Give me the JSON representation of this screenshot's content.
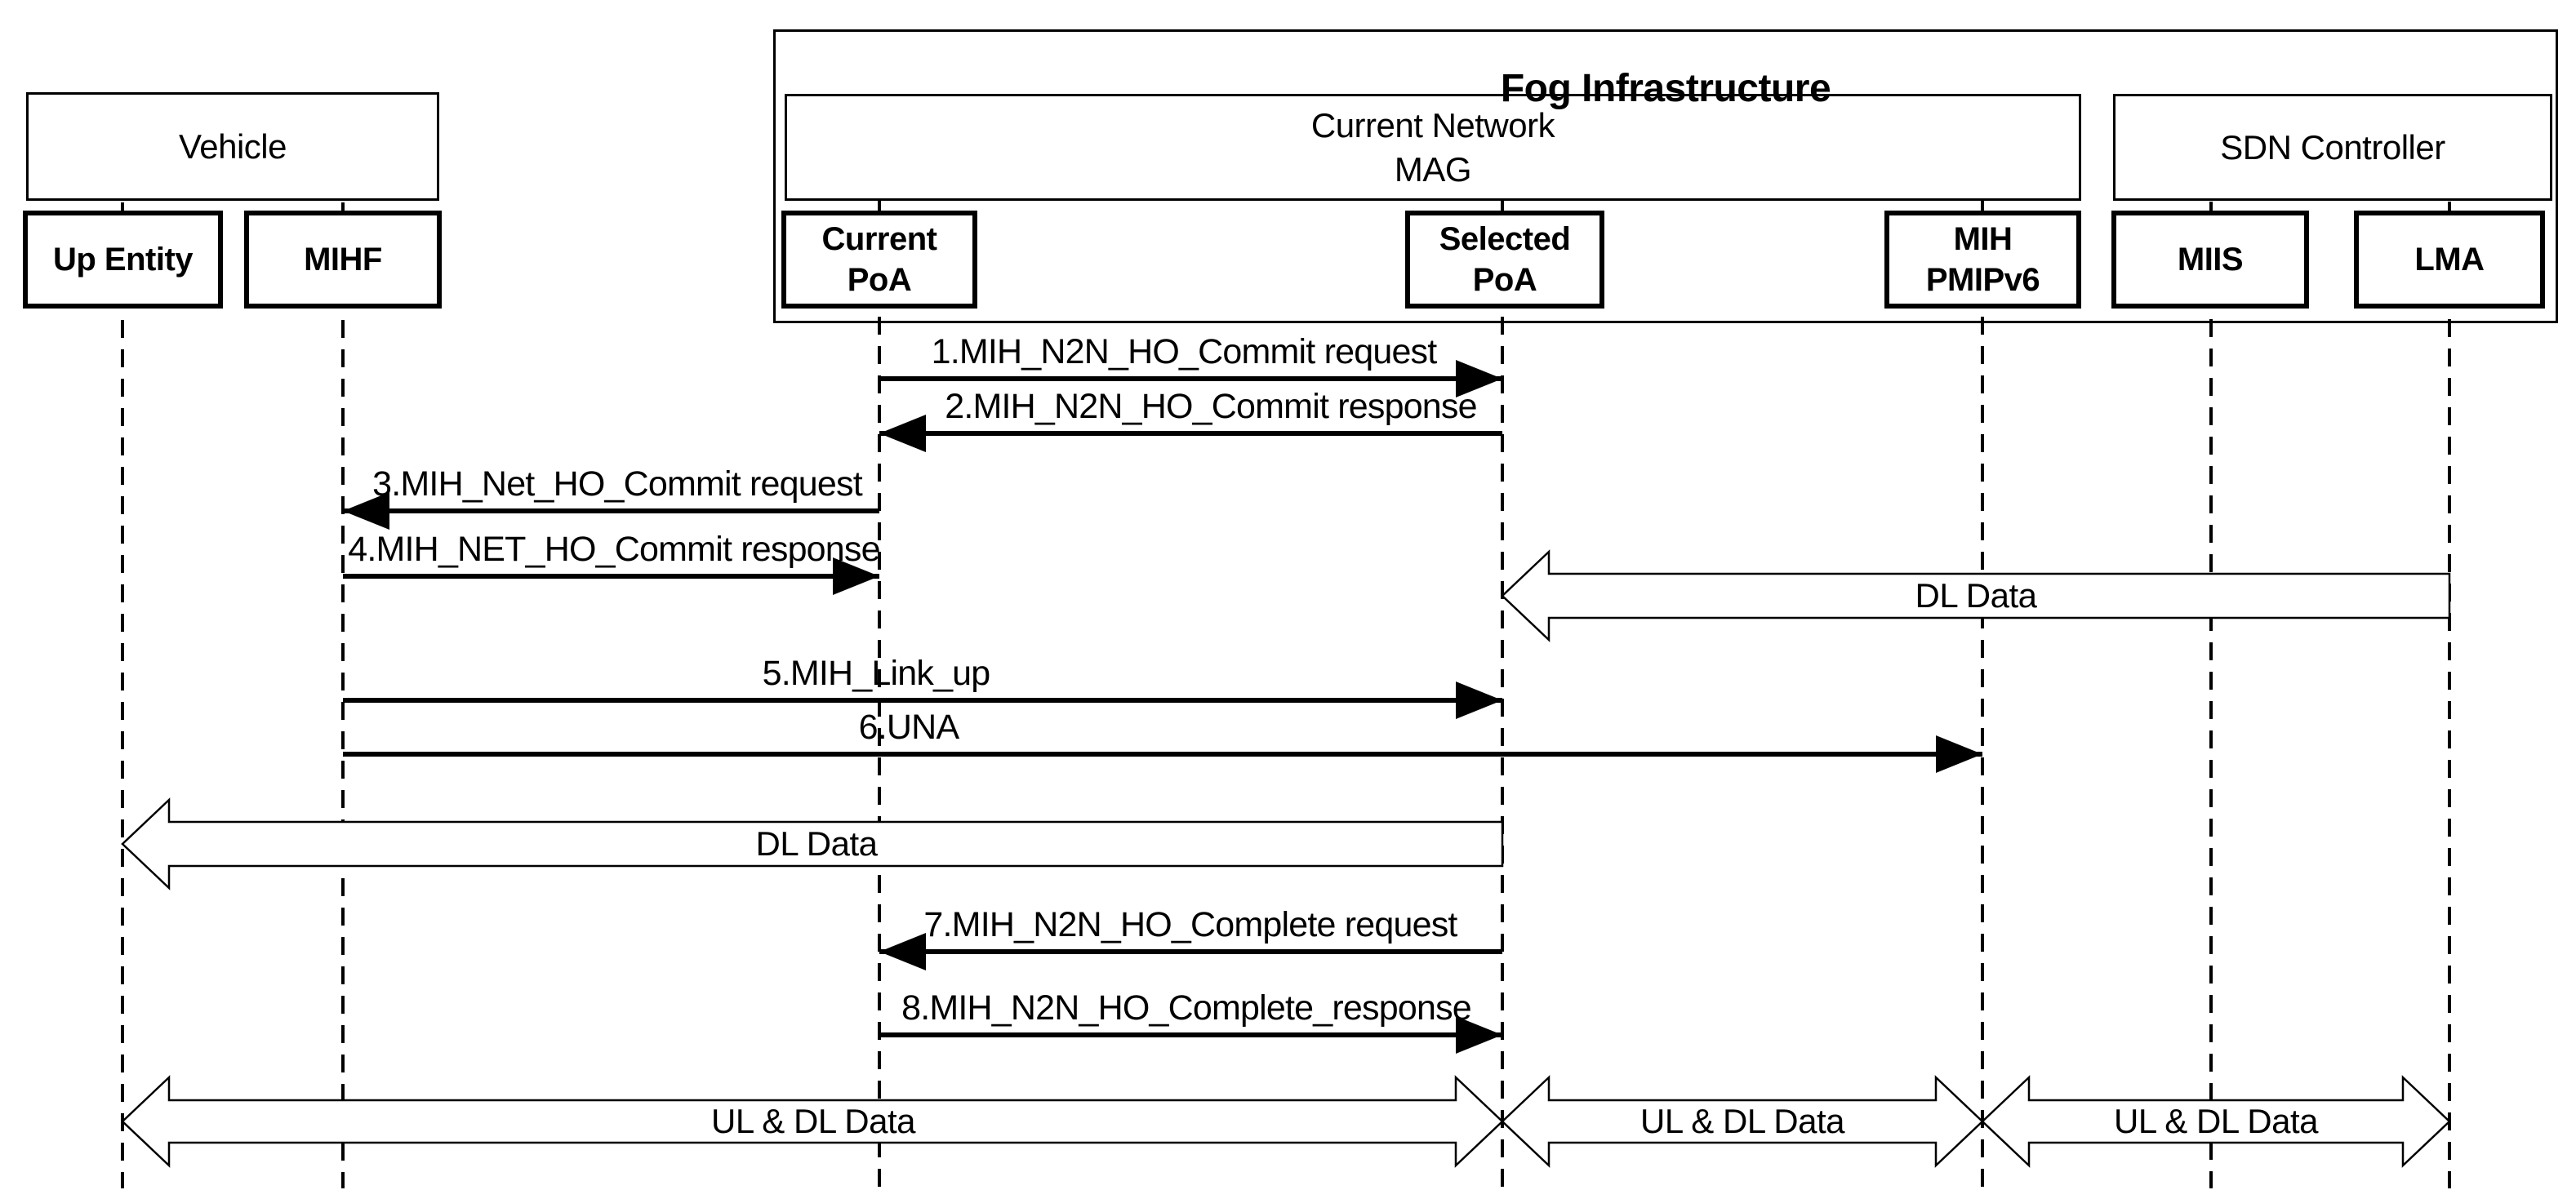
{
  "palette": {
    "ink": "#000000",
    "paper": "#ffffff"
  },
  "groups": {
    "fog_infrastructure": {
      "title": "Fog Infrastructure"
    },
    "vehicle": {
      "label": "Vehicle"
    },
    "current_network": {
      "line1": "Current Network",
      "line2": "MAG"
    },
    "sdn_controller": {
      "label": "SDN Controller"
    }
  },
  "entities": {
    "up_entity": {
      "label": "Up Entity"
    },
    "mihf": {
      "label": "MIHF"
    },
    "current_poa": {
      "line1": "Current",
      "line2": "PoA"
    },
    "selected_poa": {
      "line1": "Selected",
      "line2": "PoA"
    },
    "mih_pmipv6": {
      "line1": "MIH",
      "line2": "PMIPv6"
    },
    "miis": {
      "label": "MIIS"
    },
    "lma": {
      "label": "LMA"
    }
  },
  "messages": [
    {
      "label": "1.MIH_N2N_HO_Commit request",
      "from": "Current PoA",
      "to": "Selected PoA"
    },
    {
      "label": "2.MIH_N2N_HO_Commit response",
      "from": "Selected PoA",
      "to": "Current PoA"
    },
    {
      "label": "3.MIH_Net_HO_Commit request",
      "from": "Current PoA",
      "to": "MIHF"
    },
    {
      "label": "4.MIH_NET_HO_Commit response",
      "from": "MIHF",
      "to": "Current PoA"
    },
    {
      "label": "5.MIH_Link_up",
      "from": "MIHF",
      "to": "Selected PoA"
    },
    {
      "label": "6.UNA",
      "from": "MIHF",
      "to": "MIH PMIPv6"
    },
    {
      "label": "7.MIH_N2N_HO_Complete request",
      "from": "Selected PoA",
      "to": "Current PoA"
    },
    {
      "label": "8.MIH_N2N_HO_Complete_response",
      "from": "Current PoA",
      "to": "Selected PoA"
    }
  ],
  "data_flows": [
    {
      "label": "DL Data",
      "from": "LMA",
      "to": "Selected PoA",
      "direction": "left"
    },
    {
      "label": "DL Data",
      "from": "Selected PoA",
      "to": "Up Entity",
      "direction": "left"
    },
    {
      "label": "UL & DL Data",
      "between": "Up Entity / Selected PoA",
      "direction": "both"
    },
    {
      "label": "UL & DL Data",
      "between": "Selected PoA / MIH PMIPv6",
      "direction": "both"
    },
    {
      "label": "UL & DL Data",
      "between": "MIH PMIPv6 / LMA",
      "direction": "both"
    }
  ]
}
